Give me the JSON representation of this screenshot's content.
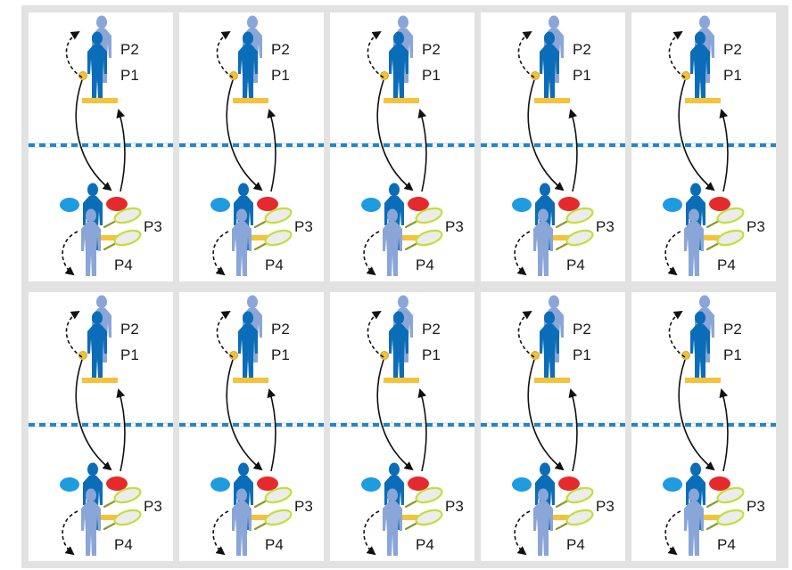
{
  "labels": [
    "P2",
    "P1",
    "P3",
    "P4"
  ],
  "colors": {
    "board": "#e2e2e2",
    "panel": "#ffffff",
    "player_dark": "#0b6db7",
    "player_light": "#8aa6d8",
    "bar": "#f5c23b",
    "ball": "#f0c23a",
    "net_blue": "#1f86cf",
    "blue_disc": "#1f9be0",
    "red_disc": "#e52a2e",
    "racket": "#c6dd3c",
    "arrow": "#111111"
  },
  "panels": [
    {
      "id": 1,
      "labels": [
        "P2",
        "P1",
        "P3",
        "P4"
      ]
    },
    {
      "id": 2,
      "labels": [
        "P2",
        "P1",
        "P3",
        "P4"
      ]
    },
    {
      "id": 3,
      "labels": [
        "P2",
        "P1",
        "P3",
        "P4"
      ]
    },
    {
      "id": 4,
      "labels": [
        "P2",
        "P1",
        "P3",
        "P4"
      ]
    },
    {
      "id": 5,
      "labels": [
        "P2",
        "P1",
        "P3",
        "P4"
      ]
    },
    {
      "id": 6,
      "labels": [
        "P2",
        "P1",
        "P3",
        "P4"
      ]
    },
    {
      "id": 7,
      "labels": [
        "P2",
        "P1",
        "P3",
        "P4"
      ]
    },
    {
      "id": 8,
      "labels": [
        "P2",
        "P1",
        "P3",
        "P4"
      ]
    },
    {
      "id": 9,
      "labels": [
        "P2",
        "P1",
        "P3",
        "P4"
      ]
    },
    {
      "id": 10,
      "labels": [
        "P2",
        "P1",
        "P3",
        "P4"
      ]
    }
  ]
}
